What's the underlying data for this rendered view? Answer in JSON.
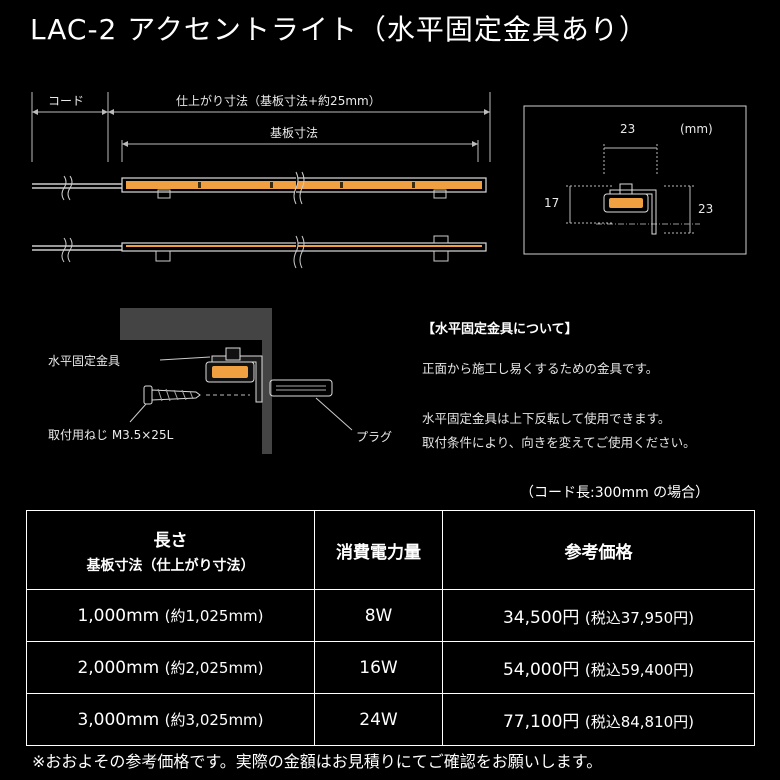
{
  "title": "LAC-2 アクセントライト（水平固定金具あり）",
  "dimension_diagram": {
    "cord_label": "コード",
    "finished_size_label": "仕上がり寸法（基板寸法+約25mm）",
    "board_size_label": "基板寸法"
  },
  "cross_section": {
    "unit": "(mm)",
    "width": "23",
    "height_left": "17",
    "height_right": "23"
  },
  "mounting_figure": {
    "bracket_label": "水平固定金具",
    "screw_label": "取付用ねじ M3.5×25L",
    "plug_label": "プラグ"
  },
  "about": {
    "heading": "【水平固定金具について】",
    "line1": "正面から施工し易くするための金具です。",
    "line2": "水平固定金具は上下反転して使用できます。",
    "line3": "取付条件により、向きを変えてご使用ください。"
  },
  "cord_note": "（コード長:300mm の場合）",
  "table": {
    "headers": {
      "length": "長さ",
      "length_sub": "基板寸法（仕上がり寸法）",
      "power": "消費電力量",
      "price": "参考価格"
    },
    "rows": [
      {
        "length": "1,000mm",
        "length_paren": "(約1,025mm)",
        "power": "8W",
        "price": "34,500円",
        "price_tax": "(税込37,950円)"
      },
      {
        "length": "2,000mm",
        "length_paren": "(約2,025mm)",
        "power": "16W",
        "price": "54,000円",
        "price_tax": "(税込59,400円)"
      },
      {
        "length": "3,000mm",
        "length_paren": "(約3,025mm)",
        "power": "24W",
        "price": "77,100円",
        "price_tax": "(税込84,810円)"
      }
    ]
  },
  "footnote": "※おおよその参考価格です。実際の金額はお見積りにてご確認をお願いします。",
  "colors": {
    "background": "#000000",
    "led_amber": "#f0a040",
    "wall_gray": "#444444",
    "panel_border": "#d0d0d0"
  }
}
